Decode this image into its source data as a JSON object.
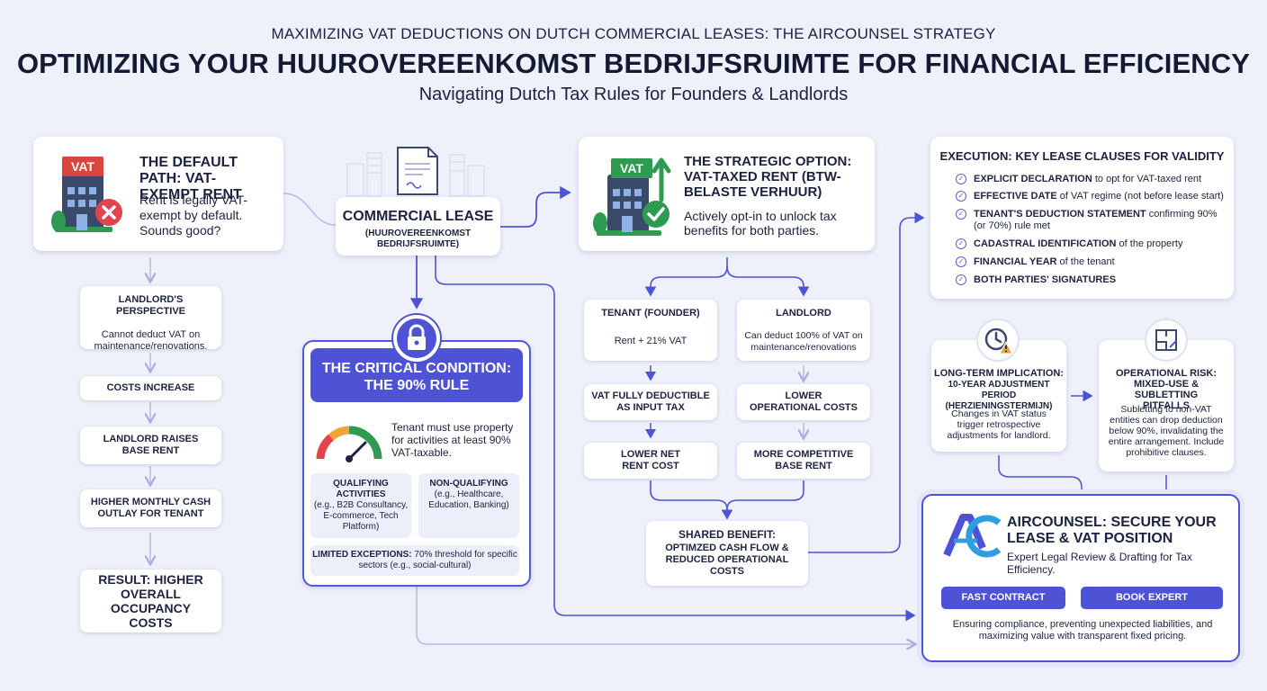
{
  "header": {
    "kicker": "MAXIMIZING VAT DEDUCTIONS ON DUTCH COMMERCIAL LEASES: THE AIRCOUNSEL STRATEGY",
    "title": "OPTIMIZING YOUR HUUROVEREENKOMST BEDRIJFSRUIMTE FOR FINANCIAL EFFICIENCY",
    "subtitle": "Navigating Dutch Tax Rules for Founders & Landlords"
  },
  "default_path": {
    "icon_label": "VAT",
    "title": "THE DEFAULT PATH: VAT-EXEMPT RENT",
    "description": "Rent is legally VAT-exempt by default. Sounds good?",
    "steps": [
      {
        "title": "LANDLORD'S PERSPECTIVE",
        "text": "Cannot deduct VAT on maintenance/renovations."
      },
      {
        "title": "COSTS INCREASE"
      },
      {
        "title": "LANDLORD RAISES BASE RENT"
      },
      {
        "title": "HIGHER MONTHLY CASH OUTLAY FOR TENANT"
      },
      {
        "title": "RESULT: HIGHER OVERALL OCCUPANCY COSTS"
      }
    ]
  },
  "lease": {
    "title": "COMMERCIAL LEASE",
    "subtitle": "(HUUROVEREENKOMST BEDRIJFSRUIMTE)"
  },
  "critical": {
    "title": "THE CRITICAL CONDITION: THE 90% RULE",
    "text": "Tenant must use property for activities at least 90% VAT-taxable.",
    "qualifying_label": "QUALIFYING ACTIVITIES",
    "qualifying_examples": "(e.g., B2B Consultancy, E-commerce, Tech Platform)",
    "non_qualifying_label": "NON-QUALIFYING",
    "non_qualifying_examples": "(e.g., Healthcare, Education, Banking)",
    "exceptions_label": "LIMITED EXCEPTIONS:",
    "exceptions_text": "70% threshold for specific sectors (e.g., social-cultural)"
  },
  "strategic": {
    "icon_label": "VAT",
    "title": "THE STRATEGIC OPTION: VAT-TAXED RENT (BTW-BELASTE VERHUUR)",
    "description": "Actively opt-in to unlock tax benefits for both parties.",
    "tenant": {
      "title": "TENANT (FOUNDER)",
      "text": "Rent + 21% VAT",
      "steps": [
        "VAT FULLY DEDUCTIBLE AS INPUT TAX",
        "LOWER NET RENT COST"
      ]
    },
    "landlord": {
      "title": "LANDLORD",
      "text": "Can deduct 100% of VAT on maintenance/renovations",
      "steps": [
        "LOWER OPERATIONAL COSTS",
        "MORE COMPETITIVE BASE RENT"
      ]
    },
    "shared_benefit": {
      "title": "SHARED BENEFIT:",
      "text": "OPTIMZED CASH FLOW & REDUCED OPERATIONAL COSTS"
    }
  },
  "execution": {
    "title": "EXECUTION: KEY LEASE CLAUSES FOR VALIDITY",
    "items": [
      {
        "bold": "EXPLICIT DECLARATION",
        "rest": " to opt for VAT-taxed rent"
      },
      {
        "bold": "EFFECTIVE DATE",
        "rest": " of VAT regime (not before lease start)"
      },
      {
        "bold": "TENANT'S DEDUCTION STATEMENT",
        "rest": " confirming 90% (or 70%) rule met"
      },
      {
        "bold": "CADASTRAL IDENTIFICATION",
        "rest": " of the property"
      },
      {
        "bold": "FINANCIAL YEAR",
        "rest": " of the tenant"
      },
      {
        "bold": "BOTH PARTIES' SIGNATURES",
        "rest": ""
      }
    ]
  },
  "implication": {
    "title": "LONG-TERM IMPLICATION:",
    "subtitle": "10-YEAR ADJUSTMENT PERIOD (HERZIENINGSTERMIJN)",
    "text": "Changes in VAT status trigger retrospective adjustments for landlord."
  },
  "risk": {
    "title": "OPERATIONAL RISK: MIXED-USE & SUBLETTING PITFALLS",
    "text": "Subletting to non-VAT entities can drop deduction below 90%, invalidating the entire arrangement. Include prohibitive clauses."
  },
  "aircounsel": {
    "title": "AIRCOUNSEL: SECURE YOUR LEASE & VAT POSITION",
    "description": "Expert Legal Review & Drafting for Tax Efficiency.",
    "button_review": "FAST CONTRACT REVIEW",
    "button_consult": "BOOK EXPERT CONSULTATION",
    "footer": "Ensuring compliance, preventing unexpected liabilities, and maximizing value with transparent fixed pricing."
  },
  "colors": {
    "accent": "#4e53d6",
    "danger": "#e0444c",
    "success": "#2ea65a",
    "vat_badge_red": "#d9463d",
    "vat_badge_green": "#2e9a52",
    "background": "#eef0fa"
  },
  "icons": [
    "building-x-icon",
    "document-icon",
    "lock-icon",
    "gauge-icon",
    "building-check-icon",
    "check-circle-icon",
    "clock-warning-icon",
    "blueprint-icon",
    "aircounsel-logo"
  ]
}
